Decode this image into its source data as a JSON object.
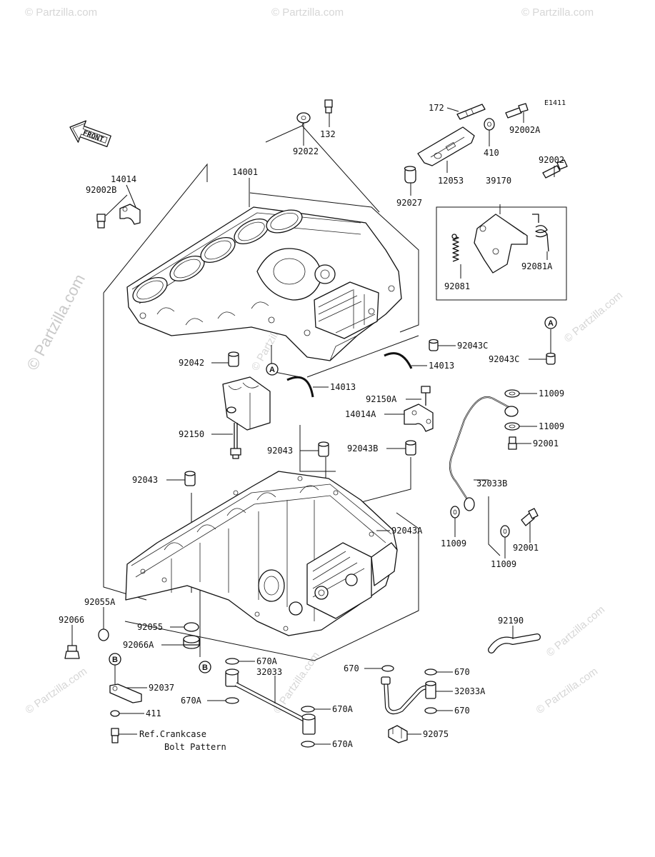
{
  "diagram_code": "E1411",
  "front_arrow_label": "FRONT",
  "reference_note_line1": "Ref.Crankcase",
  "reference_note_line2": "Bolt Pattern",
  "watermark_main": "© Partzilla.com",
  "watermark_small": "© Partzilla.com",
  "callout_letters": [
    "A",
    "B"
  ],
  "parts": [
    "172",
    "132",
    "92022",
    "92002A",
    "410",
    "12053",
    "92027",
    "39170",
    "92002",
    "92081A",
    "92081",
    "14014",
    "92002B",
    "14001",
    "92043C",
    "14013",
    "92042",
    "92150A",
    "14014A",
    "92150",
    "92043",
    "92043B",
    "11009",
    "92001",
    "32033B",
    "92043A",
    "92055A",
    "92066",
    "92055",
    "92066A",
    "92190",
    "670A",
    "32033",
    "670",
    "32033A",
    "92037",
    "411",
    "92075"
  ]
}
